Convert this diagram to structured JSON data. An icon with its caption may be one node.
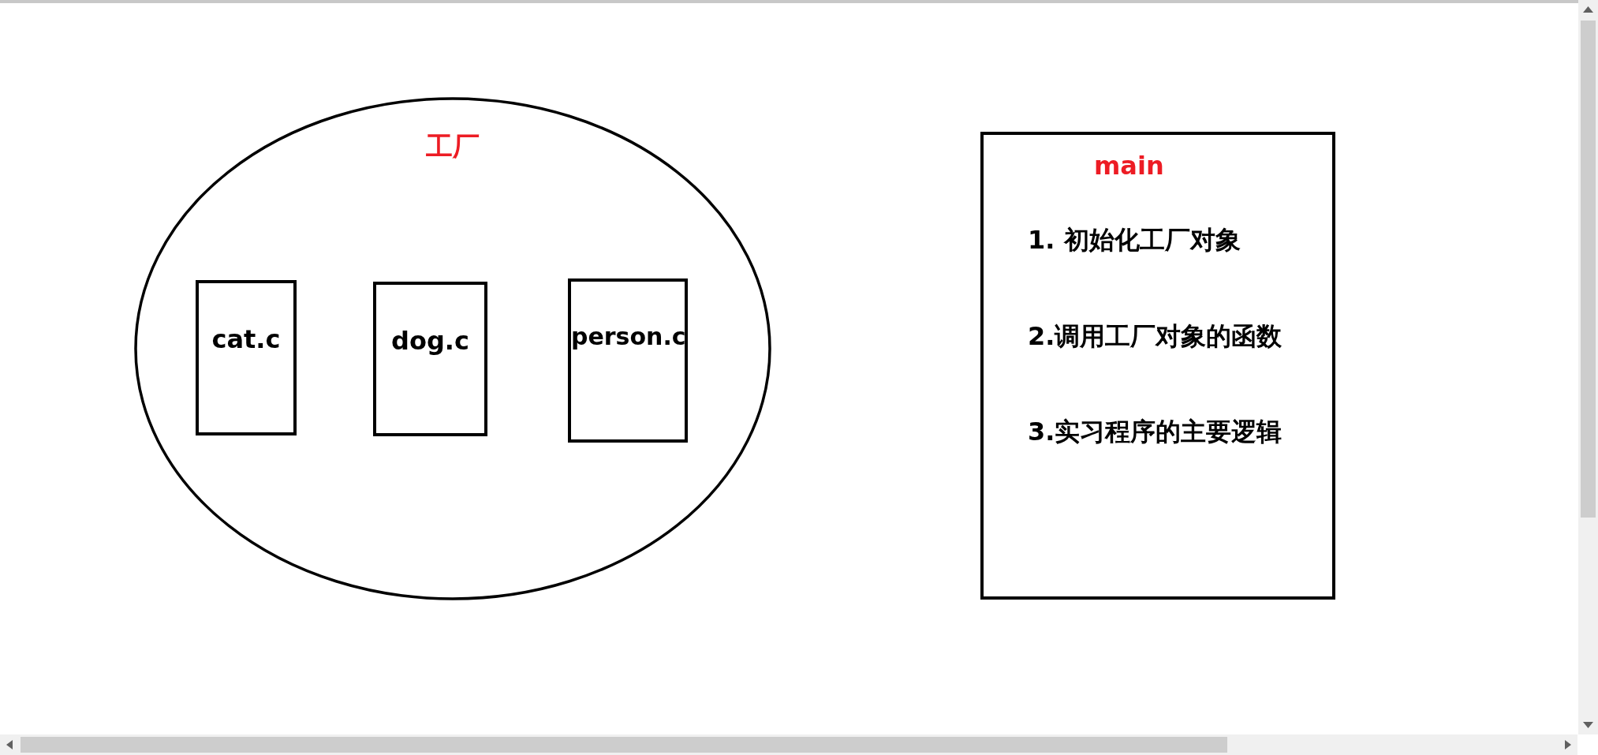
{
  "diagram": {
    "nodes": [
      {
        "text": [
          "工厂"
        ]
      },
      {
        "text": [
          "cat.c"
        ],
        "in": 0
      },
      {
        "text": [
          "dog.c"
        ],
        "in": 0
      },
      {
        "text": [
          "person.c"
        ],
        "in": 0
      },
      {
        "text": [
          "main",
          "1. 初始化工厂对象",
          "2.调用工厂对象的函数",
          "3.实习程序的主要逻辑"
        ]
      }
    ]
  }
}
